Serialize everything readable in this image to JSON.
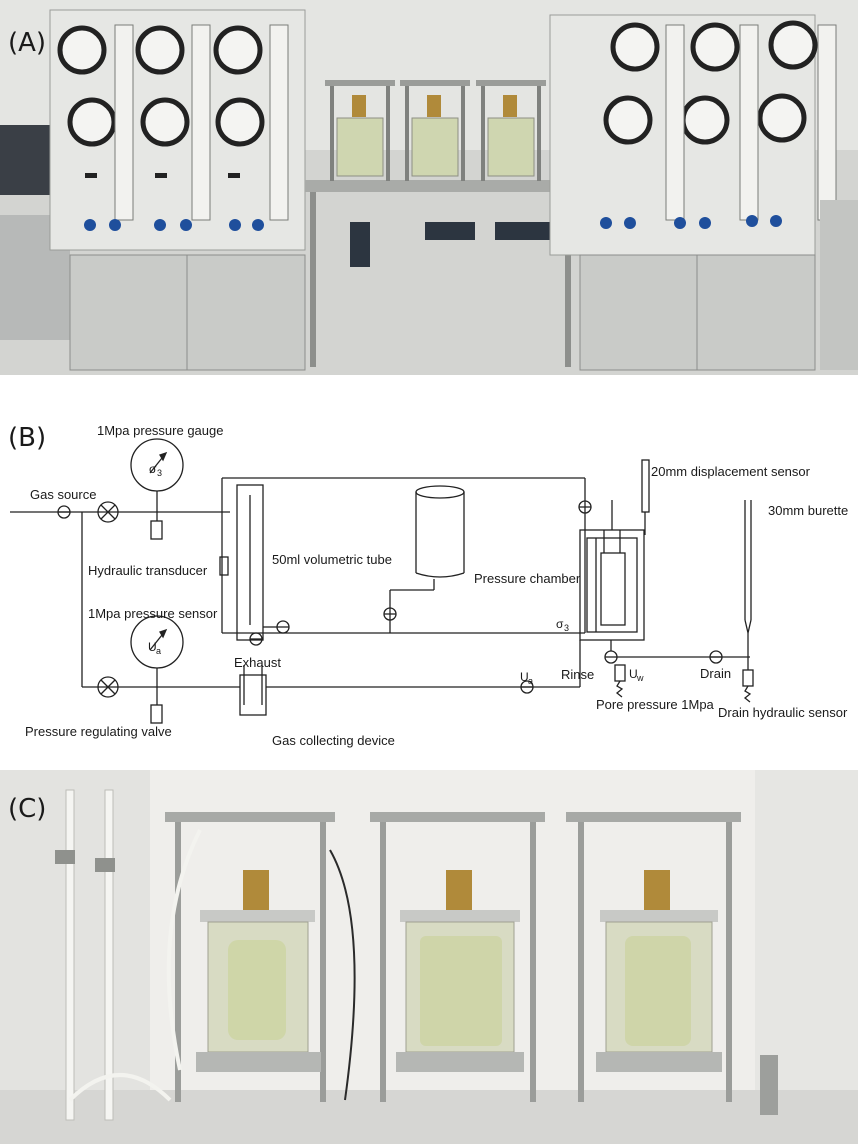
{
  "panels": {
    "a": {
      "label": "(A)"
    },
    "b": {
      "label": "(B)"
    },
    "c": {
      "label": "(C)"
    }
  },
  "diagram": {
    "gas_source": "Gas source",
    "gauge_title": "1Mpa pressure gauge",
    "gauge_symbol": "σ",
    "gauge_sub": "3",
    "hydraulic_transducer": "Hydraulic transducer",
    "pressure_sensor": "1Mpa pressure sensor",
    "sensor_symbol": "U",
    "sensor_sub": "a",
    "pressure_regulating_valve": "Pressure regulating valve",
    "volumetric_tube": "50ml volumetric tube",
    "exhaust": "Exhaust",
    "gas_collecting_device": "Gas collecting device",
    "ua_symbol": "U",
    "ua_sub": "a",
    "pressure_chamber": "Pressure chamber",
    "sigma3_symbol": "σ",
    "sigma3_sub": "3",
    "displacement_sensor": "20mm displacement sensor",
    "burette": "30mm burette",
    "rinse": "Rinse",
    "uw_symbol": "U",
    "uw_sub": "w",
    "pore_pressure": "Pore pressure 1Mpa",
    "drain": "Drain",
    "drain_sensor": "Drain hydraulic sensor"
  },
  "colors": {
    "cabinet": "#e6e7e4",
    "cabinet_lower": "#c9cbc8",
    "gauge_face": "#f4f4f2",
    "valve_blue": "#1f4f9c",
    "brass": "#b08a3a",
    "acrylic": "#cfd6b0",
    "line": "#222222"
  }
}
